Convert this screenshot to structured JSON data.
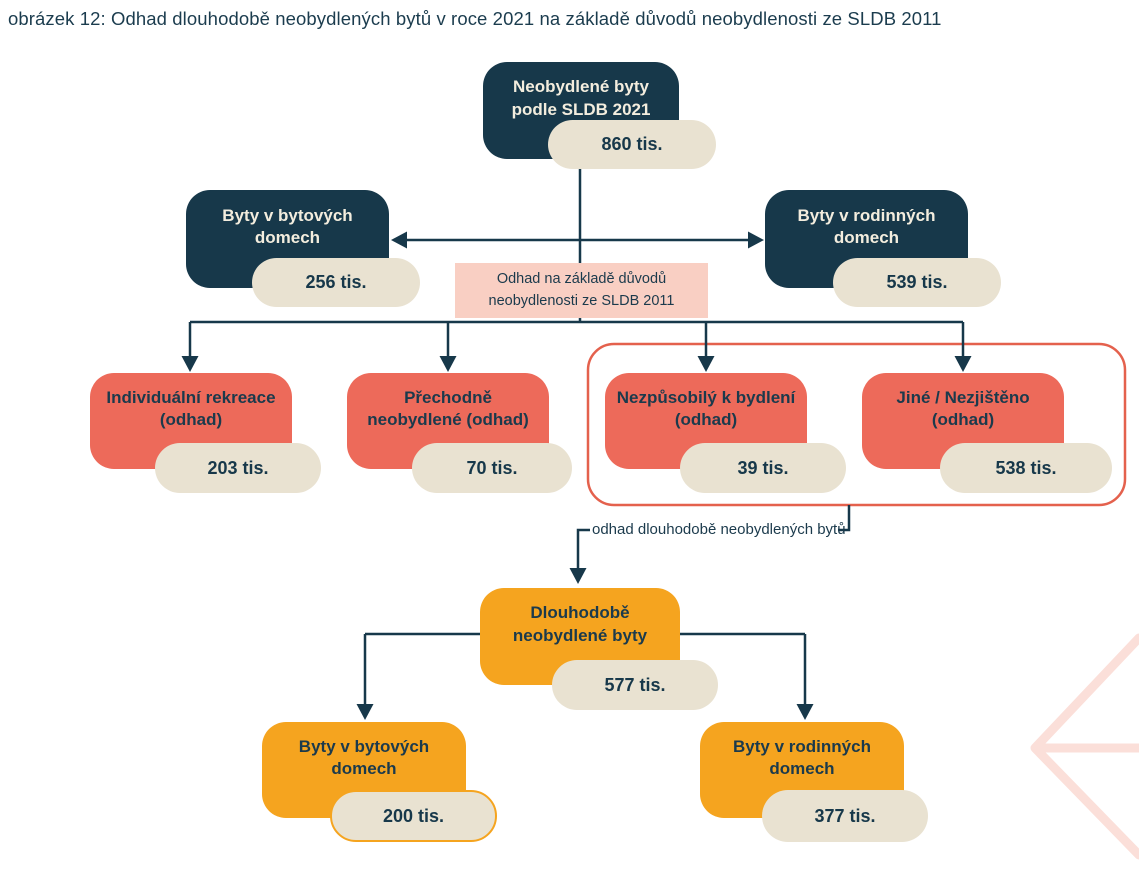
{
  "figure": {
    "title": "obrázek 12: Odhad dlouhodobě neobydlených bytů v roce 2021 na základě důvodů neobydlenosti ze SLDB 2011"
  },
  "colors": {
    "navy": "#17384a",
    "coral": "#ed6a5a",
    "coral_outline": "#e4614d",
    "orange": "#f5a41f",
    "beige_badge": "#e9e2d1",
    "pink_note": "#f9cfc3",
    "decor_pink": "#fbdfd9",
    "cream_text": "#f3edde"
  },
  "diagram": {
    "root": {
      "label": "Neobydlené byty\npodle SLDB 2021",
      "value": "860 tis."
    },
    "apartment_buildings_2021": {
      "label": "Byty v bytových\ndomech",
      "value": "256 tis."
    },
    "family_houses_2021": {
      "label": "Byty v rodinných\ndomech",
      "value": "539 tis."
    },
    "method_note": "Odhad na základě důvodů\nneobydlenosti ze SLDB 2011",
    "reasons": [
      {
        "label": "Individuální rekreace\n(odhad)",
        "value": "203 tis."
      },
      {
        "label": "Přechodně\nneobydlené (odhad)",
        "value": "70 tis."
      },
      {
        "label": "Nezpůsobilý k bydlení\n(odhad)",
        "value": "39 tis."
      },
      {
        "label": "Jiné / Nezjištěno\n(odhad)",
        "value": "538 tis."
      }
    ],
    "bracket_note": "odhad dlouhodobě neobydlených bytů",
    "longterm": {
      "label": "Dlouhodobě\nneobydlené byty",
      "value": "577 tis."
    },
    "longterm_apartment_buildings": {
      "label": "Byty v bytových\ndomech",
      "value": "200 tis."
    },
    "longterm_family_houses": {
      "label": "Byty v rodinných\ndomech",
      "value": "377 tis."
    }
  }
}
